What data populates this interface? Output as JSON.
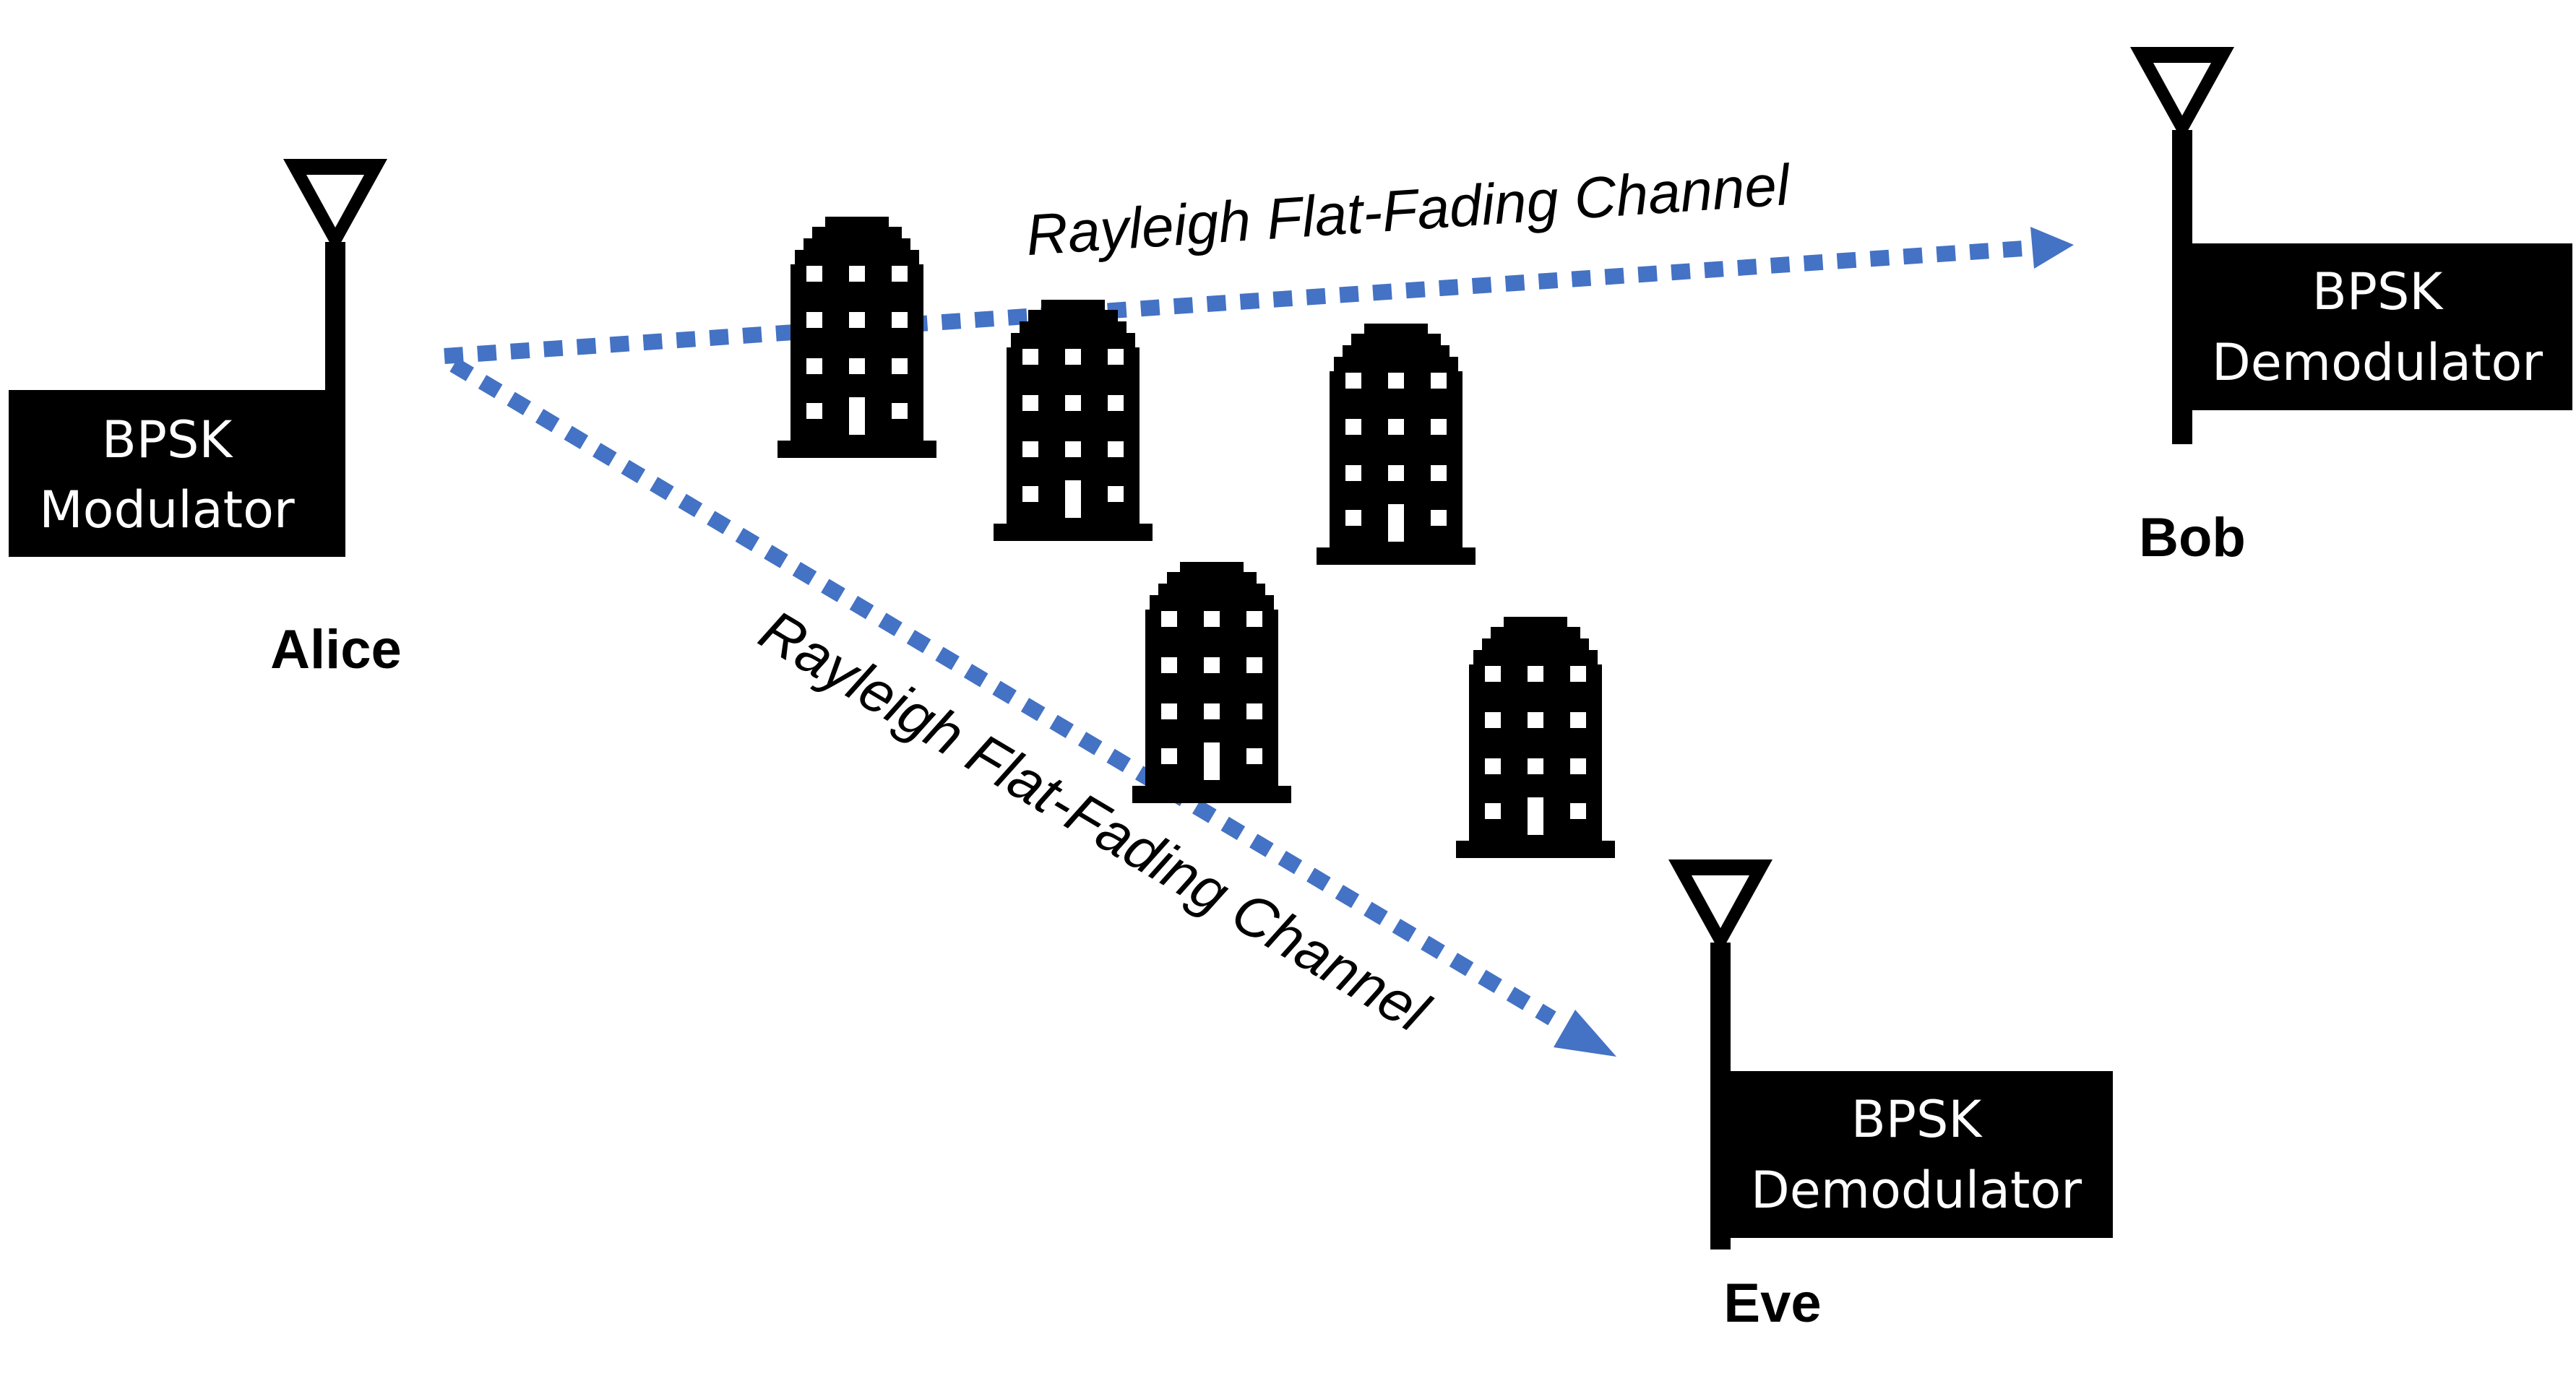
{
  "colors": {
    "background": "#ffffff",
    "device_fill": "#000000",
    "device_text": "#ffffff",
    "channel_arrow": "#4472c4",
    "label_text": "#000000"
  },
  "alice": {
    "name": "Alice",
    "box_line1": "BPSK",
    "box_line2": "Modulator",
    "icon": "antenna-icon"
  },
  "bob": {
    "name": "Bob",
    "box_line1": "BPSK",
    "box_line2": "Demodulator",
    "icon": "antenna-icon"
  },
  "eve": {
    "name": "Eve",
    "box_line1": "BPSK",
    "box_line2": "Demodulator",
    "icon": "antenna-icon"
  },
  "channels": {
    "to_bob": "Rayleigh Flat-Fading Channel",
    "to_eve": "Rayleigh Flat-Fading Channel"
  },
  "buildings": {
    "icon": "building-icon",
    "count": 5
  }
}
